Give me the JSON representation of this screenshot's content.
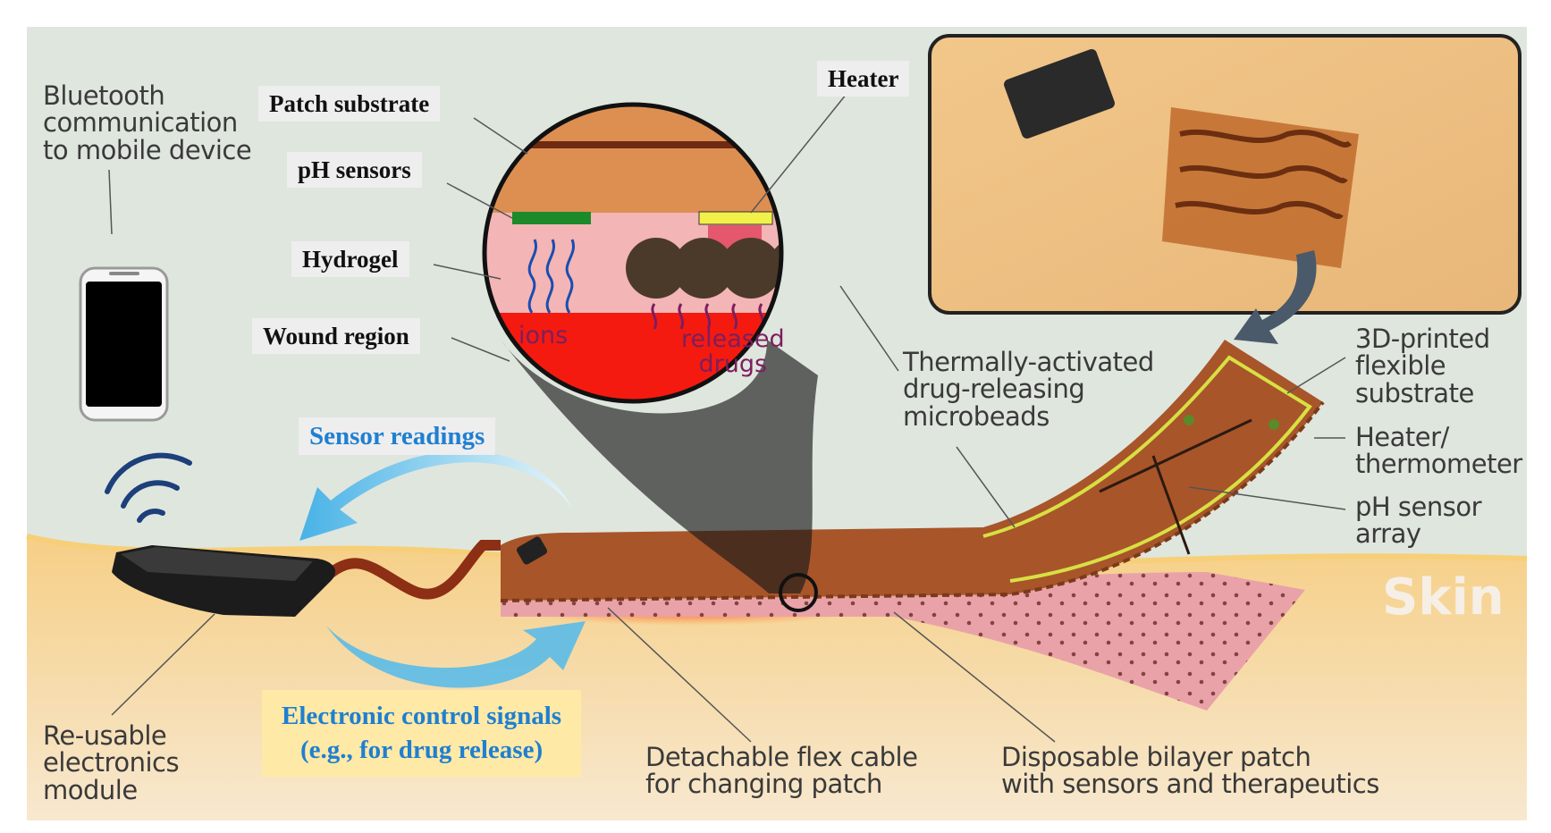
{
  "labels": {
    "bluetooth": [
      "Bluetooth",
      "communication",
      "to mobile device"
    ],
    "patch_substrate": "Patch substrate",
    "ph_sensors": "pH sensors",
    "hydrogel": "Hydrogel",
    "wound_region": "Wound region",
    "heater": "Heater",
    "sensor_readings": "Sensor readings",
    "electronic_control": [
      "Electronic control signals",
      "(e.g., for drug release)"
    ],
    "ions": "ions",
    "released_drugs": [
      "released",
      "drugs"
    ],
    "microbeads": [
      "Thermally-activated",
      "drug-releasing",
      "microbeads"
    ],
    "substrate_3d": [
      "3D-printed",
      "flexible",
      "substrate"
    ],
    "heater_thermometer": [
      "Heater/",
      "thermometer"
    ],
    "ph_array": [
      "pH sensor",
      "array"
    ],
    "skin": "Skin",
    "reusable": [
      "Re-usable",
      "electronics",
      "module"
    ],
    "flex_cable": [
      "Detachable flex cable",
      "for changing patch"
    ],
    "bilayer": [
      "Disposable bilayer patch",
      "with sensors and therapeutics"
    ]
  },
  "colors": {
    "background": "#dfe6de",
    "skin": "#f2d08f",
    "wound": "#f41a10",
    "hydrogel": "#f3b5b5",
    "substrate": "#dd8f52",
    "blue_arrow": "#5bbbe8",
    "label_blue": "#1f7fd1"
  },
  "icons": [
    "smartphone-icon",
    "wifi-signal-icon"
  ]
}
